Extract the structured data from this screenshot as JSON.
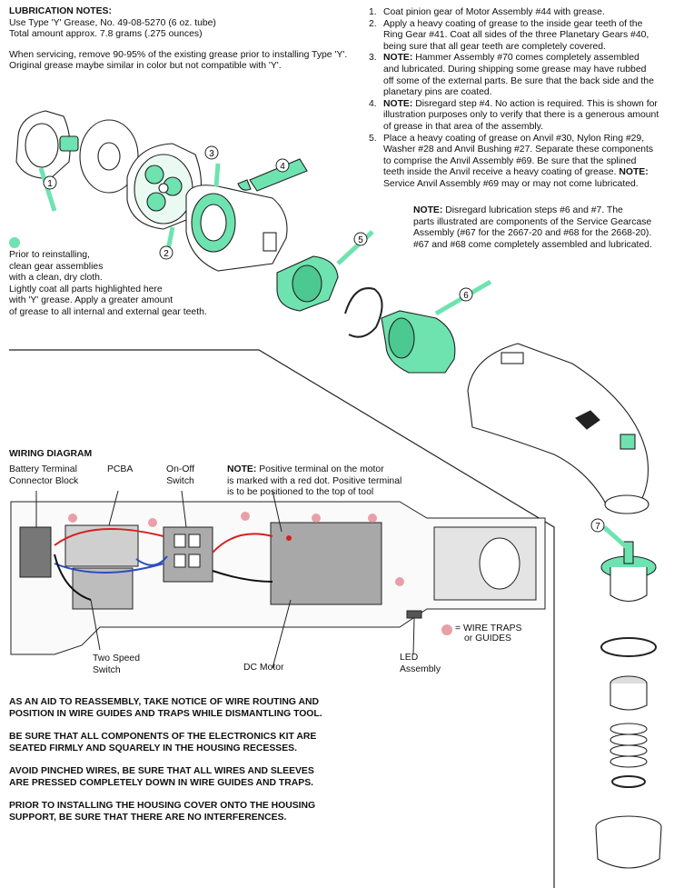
{
  "lubrication": {
    "title": "LUBRICATION NOTES:",
    "line1": "Use Type 'Y' Grease, No. 49-08-5270 (6 oz. tube)",
    "line2": "Total amount approx. 7.8 grams (.275 ounces)",
    "line3": "When servicing, remove 90-95% of the existing grease prior to installing Type 'Y'.",
    "line4": "Original grease maybe similar in color but not compatible with 'Y'."
  },
  "steps": [
    {
      "num": "1.",
      "lines": [
        "Coat pinion gear of Motor Assembly #44 with grease."
      ]
    },
    {
      "num": "2.",
      "lines": [
        "Apply a heavy coating of grease to the inside gear teeth of the",
        "Ring Gear #41. Coat all sides of the three Planetary Gears #40,",
        "being sure that all gear teeth are completely covered."
      ]
    },
    {
      "num": "3.",
      "note": "NOTE:",
      "lines": [
        " Hammer Assembly #70 comes completely assembled",
        "and lubricated. During shipping some grease may have rubbed",
        "off some of the external parts. Be sure that the back side and the",
        "planetary pins are coated."
      ]
    },
    {
      "num": "4.",
      "note": "NOTE:",
      "lines": [
        " Disregard step #4. No action is required. This is shown for",
        "illustration purposes only to verify that there is a generous amount",
        "of grease in that area of the assembly."
      ]
    },
    {
      "num": "5.",
      "lines": [
        "Place a heavy coating of grease on Anvil #30, Nylon Ring #29,",
        "Washer #28 and Anvil Bushing #27. Separate these components",
        "to comprise the Anvil Assembly #69. Be sure that the splined",
        "teeth inside the Anvil receive a heavy coating of grease."
      ],
      "tail_note": "NOTE:",
      "tail": "Service Anvil Assembly #69 may or may not come lubricated."
    }
  ],
  "note67": {
    "note": "NOTE:",
    "lines": [
      " Disregard lubrication steps #6 and #7. The",
      "parts illustrated are components of the Service Gearcase",
      "Assembly (#67 for the 2667-20 and #68 for the 2668-20).",
      "#67 and #68 come completely assembled and lubricated."
    ]
  },
  "clean_note": [
    "Prior to reinstalling,",
    "clean gear assemblies",
    "with a clean, dry cloth.",
    "Lightly coat all parts highlighted here",
    "with 'Y' grease. Apply a greater amount",
    "of grease to all internal and external gear teeth."
  ],
  "callouts": [
    "1",
    "2",
    "3",
    "4",
    "5",
    "6",
    "7"
  ],
  "wiring": {
    "title": "WIRING DIAGRAM",
    "battery": [
      "Battery Terminal",
      "Connector Block"
    ],
    "pcba": "PCBA",
    "onoff": [
      "On-Off",
      "Switch"
    ],
    "note": "NOTE:",
    "note_lines": [
      " Positive terminal on the motor",
      "is marked with a red dot. Positive terminal",
      "is to be positioned to the top of tool"
    ],
    "two_speed": [
      "Two Speed",
      "Switch"
    ],
    "dc_motor": "DC Motor",
    "led": [
      "LED",
      "Assembly"
    ],
    "wire_traps": [
      "= WIRE TRAPS",
      "or GUIDES"
    ]
  },
  "instructions": [
    [
      "AS AN AID TO REASSEMBLY, TAKE NOTICE OF WIRE ROUTING AND",
      "POSITION IN WIRE GUIDES AND TRAPS WHILE DISMANTLING TOOL."
    ],
    [
      "BE SURE THAT ALL COMPONENTS OF THE ELECTRONICS KIT ARE",
      "SEATED FIRMLY AND SQUARELY IN THE HOUSING RECESSES."
    ],
    [
      "AVOID PINCHED WIRES, BE SURE THAT ALL WIRES AND SLEEVES",
      "ARE PRESSED COMPLETELY DOWN IN WIRE GUIDES AND TRAPS."
    ],
    [
      "PRIOR TO INSTALLING THE HOUSING COVER ONTO THE HOUSING",
      "SUPPORT, BE SURE THAT THERE ARE NO INTERFERENCES."
    ]
  ],
  "colors": {
    "grease": "#6ee3b0",
    "grease_dark": "#2f9c6c",
    "trap": "#e8a0a8",
    "wire_red": "#d42020",
    "wire_blue": "#2c4fc0"
  }
}
